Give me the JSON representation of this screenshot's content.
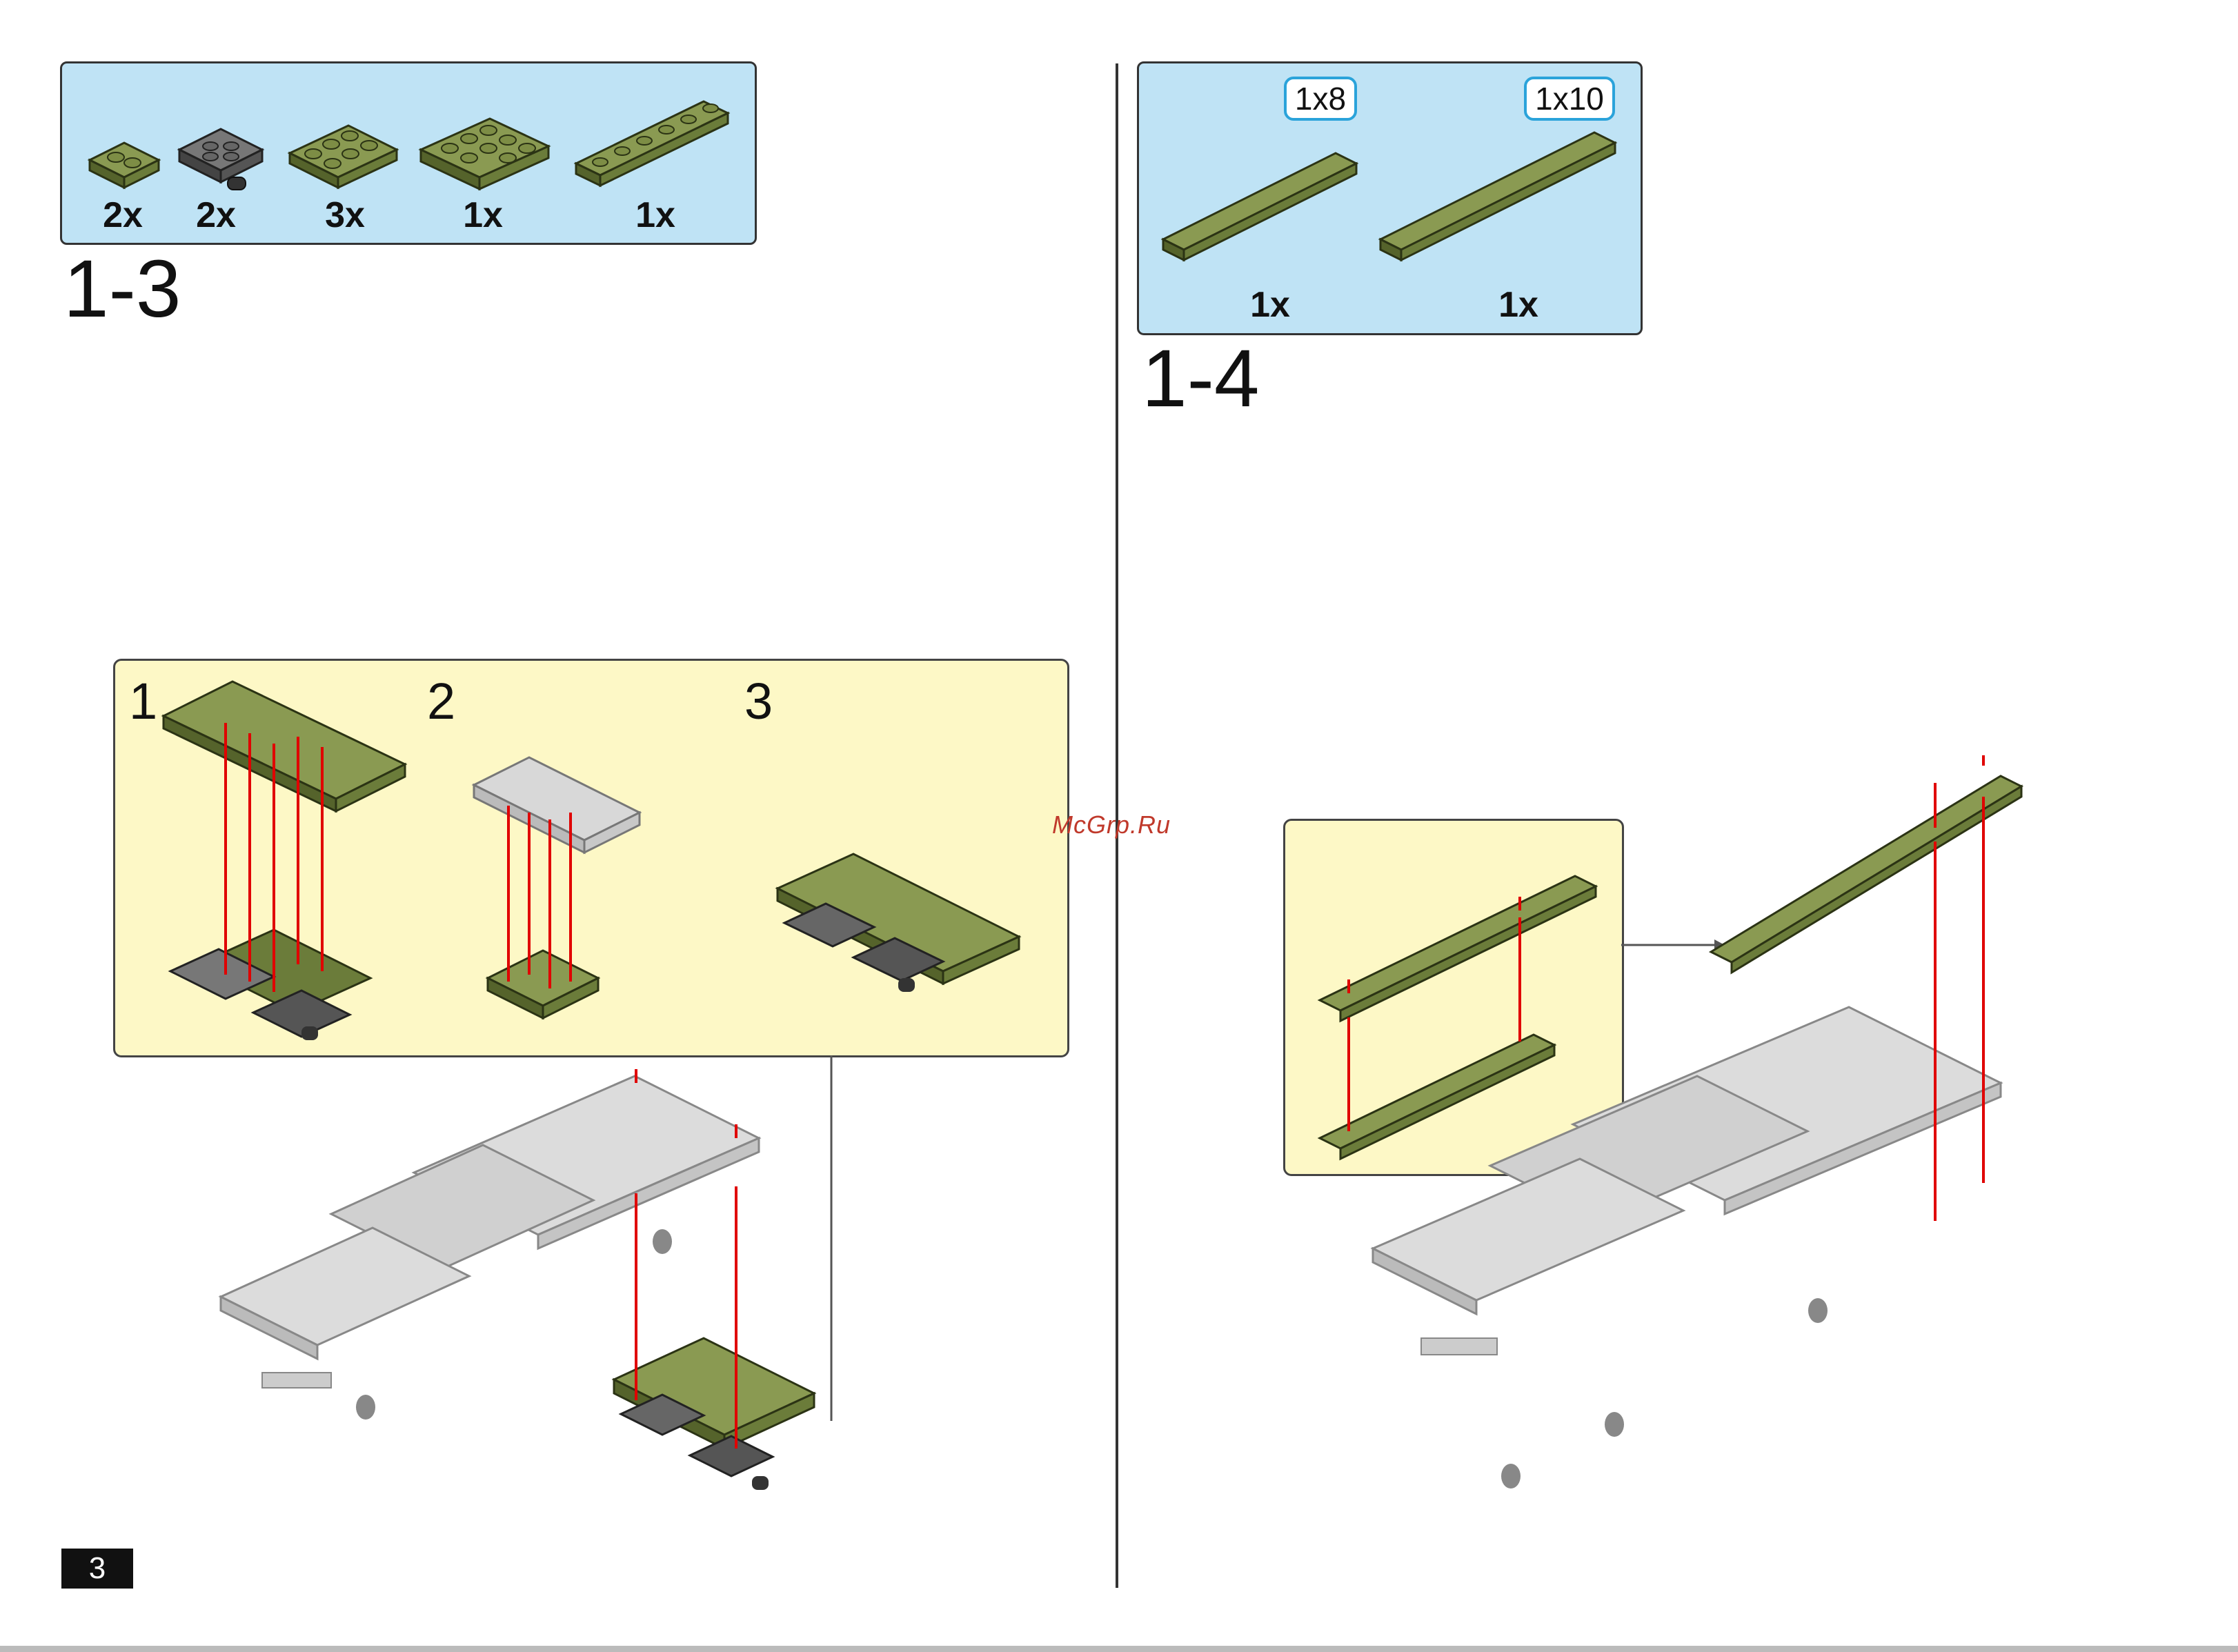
{
  "step_a": {
    "number": "1-3",
    "parts": [
      {
        "icon": "olive-plate-1x2-icon",
        "qty": "2x"
      },
      {
        "icon": "dark-grey-wheel-holder-plate-icon",
        "qty": "2x"
      },
      {
        "icon": "olive-plate-2x3-icon",
        "qty": "3x"
      },
      {
        "icon": "olive-plate-2x4-icon",
        "qty": "1x"
      },
      {
        "icon": "olive-plate-1x6-icon",
        "qty": "1x"
      }
    ],
    "substeps": [
      "1",
      "2",
      "3"
    ]
  },
  "step_b": {
    "number": "1-4",
    "parts": [
      {
        "icon": "olive-plate-1x8-icon",
        "size": "1x8",
        "qty": "1x"
      },
      {
        "icon": "olive-plate-1x10-icon",
        "size": "1x10",
        "qty": "1x"
      }
    ]
  },
  "watermark": "McGrp.Ru",
  "page_number": "3",
  "colors": {
    "parts_box": "#bfe3f5",
    "sub_box": "#fdf8c6",
    "olive": "#6b7c3a",
    "olive_light": "#8a9a52",
    "olive_dark": "#4a5826",
    "light_grey": "#d6d6d6",
    "dark_grey": "#5a5a5a",
    "arrow_red": "#e00000",
    "tag_border": "#2aa3da"
  }
}
